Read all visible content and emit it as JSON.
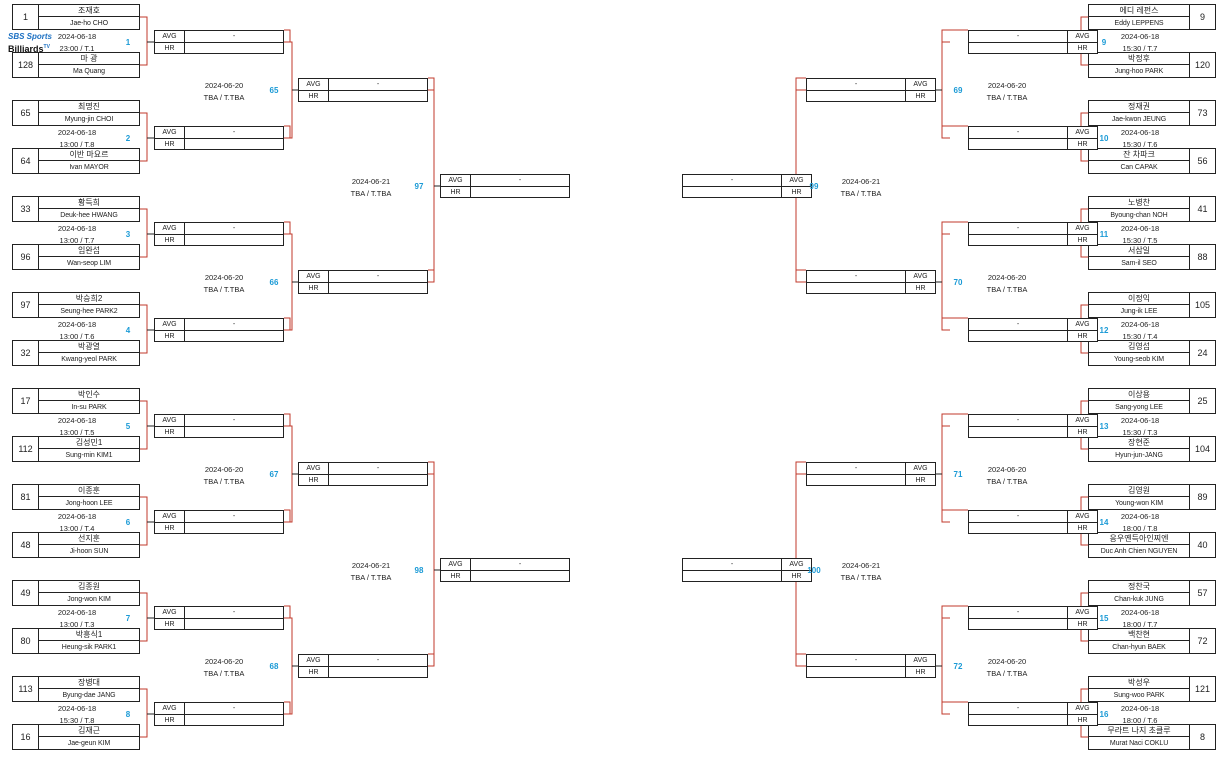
{
  "logo": {
    "line1": "SBS Sports",
    "line2": "Billiards",
    "tv": "TV"
  },
  "score_labels": {
    "avg": "AVG",
    "hr": "HR",
    "dash": "-"
  },
  "r1": [
    {
      "no": "1",
      "date": "2024-06-18",
      "time": "23:00 / T.1",
      "p1": {
        "seed": "1",
        "kr": "조재호",
        "en": "Jae-ho CHO"
      },
      "p2": {
        "seed": "128",
        "kr": "마 광",
        "en": "Ma Quang"
      }
    },
    {
      "no": "2",
      "date": "2024-06-18",
      "time": "13:00 / T.8",
      "p1": {
        "seed": "65",
        "kr": "최명진",
        "en": "Myung-jin CHOI"
      },
      "p2": {
        "seed": "64",
        "kr": "이반 마요르",
        "en": "Ivan MAYOR"
      }
    },
    {
      "no": "3",
      "date": "2024-06-18",
      "time": "13:00 / T.7",
      "p1": {
        "seed": "33",
        "kr": "황득희",
        "en": "Deuk-hee HWANG"
      },
      "p2": {
        "seed": "96",
        "kr": "임완섭",
        "en": "Wan-seop LIM"
      }
    },
    {
      "no": "4",
      "date": "2024-06-18",
      "time": "13:00 / T.6",
      "p1": {
        "seed": "97",
        "kr": "박승희2",
        "en": "Seung-hee PARK2"
      },
      "p2": {
        "seed": "32",
        "kr": "박광열",
        "en": "Kwang-yeol PARK"
      }
    },
    {
      "no": "5",
      "date": "2024-06-18",
      "time": "13:00 / T.5",
      "p1": {
        "seed": "17",
        "kr": "박인수",
        "en": "In-su PARK"
      },
      "p2": {
        "seed": "112",
        "kr": "김성민1",
        "en": "Sung-min KIM1"
      }
    },
    {
      "no": "6",
      "date": "2024-06-18",
      "time": "13:00 / T.4",
      "p1": {
        "seed": "81",
        "kr": "이종훈",
        "en": "Jong-hoon LEE"
      },
      "p2": {
        "seed": "48",
        "kr": "선지훈",
        "en": "Ji-hoon SUN"
      }
    },
    {
      "no": "7",
      "date": "2024-06-18",
      "time": "13:00 / T.3",
      "p1": {
        "seed": "49",
        "kr": "김종원",
        "en": "Jong-won KIM"
      },
      "p2": {
        "seed": "80",
        "kr": "박흥식1",
        "en": "Heung-sik PARK1"
      }
    },
    {
      "no": "8",
      "date": "2024-06-18",
      "time": "15:30 / T.8",
      "p1": {
        "seed": "113",
        "kr": "장병대",
        "en": "Byung-dae JANG"
      },
      "p2": {
        "seed": "16",
        "kr": "김재근",
        "en": "Jae-geun KIM"
      }
    },
    {
      "no": "9",
      "date": "2024-06-18",
      "time": "15:30 / T.7",
      "p1": {
        "seed": "9",
        "kr": "에디 레펀스",
        "en": "Eddy LEPPENS"
      },
      "p2": {
        "seed": "120",
        "kr": "박정후",
        "en": "Jung-hoo PARK"
      }
    },
    {
      "no": "10",
      "date": "2024-06-18",
      "time": "15:30 / T.6",
      "p1": {
        "seed": "73",
        "kr": "정재권",
        "en": "Jae-kwon JEUNG"
      },
      "p2": {
        "seed": "56",
        "kr": "잔 차파크",
        "en": "Can CAPAK"
      }
    },
    {
      "no": "11",
      "date": "2024-06-18",
      "time": "15:30 / T.5",
      "p1": {
        "seed": "41",
        "kr": "노병찬",
        "en": "Byoung-chan NOH"
      },
      "p2": {
        "seed": "88",
        "kr": "서삼일",
        "en": "Sam-il SEO"
      }
    },
    {
      "no": "12",
      "date": "2024-06-18",
      "time": "15:30 / T.4",
      "p1": {
        "seed": "105",
        "kr": "이정익",
        "en": "Jung-ik LEE"
      },
      "p2": {
        "seed": "24",
        "kr": "김영섭",
        "en": "Young-seob KIM"
      }
    },
    {
      "no": "13",
      "date": "2024-06-18",
      "time": "15:30 / T.3",
      "p1": {
        "seed": "25",
        "kr": "이상용",
        "en": "Sang-yong LEE"
      },
      "p2": {
        "seed": "104",
        "kr": "장현준",
        "en": "Hyun-jun-JANG"
      }
    },
    {
      "no": "14",
      "date": "2024-06-18",
      "time": "18:00 / T.8",
      "p1": {
        "seed": "89",
        "kr": "김영원",
        "en": "Young-won KIM"
      },
      "p2": {
        "seed": "40",
        "kr": "응우옌득아인찌엔",
        "en": "Duc Anh Chien NGUYEN"
      }
    },
    {
      "no": "15",
      "date": "2024-06-18",
      "time": "18:00 / T.7",
      "p1": {
        "seed": "57",
        "kr": "정찬국",
        "en": "Chan-kuk JUNG"
      },
      "p2": {
        "seed": "72",
        "kr": "백찬현",
        "en": "Chan-hyun BAEK"
      }
    },
    {
      "no": "16",
      "date": "2024-06-18",
      "time": "18:00 / T.6",
      "p1": {
        "seed": "121",
        "kr": "박성우",
        "en": "Sung-woo PARK"
      },
      "p2": {
        "seed": "8",
        "kr": "무라트 나지 초클루",
        "en": "Murat Naci COKLU"
      }
    }
  ],
  "r2": [
    {
      "no": "65",
      "date": "2024-06-20",
      "time": "TBA / T.TBA"
    },
    {
      "no": "66",
      "date": "2024-06-20",
      "time": "TBA / T.TBA"
    },
    {
      "no": "67",
      "date": "2024-06-20",
      "time": "TBA / T.TBA"
    },
    {
      "no": "68",
      "date": "2024-06-20",
      "time": "TBA / T.TBA"
    },
    {
      "no": "69",
      "date": "2024-06-20",
      "time": "TBA / T.TBA"
    },
    {
      "no": "70",
      "date": "2024-06-20",
      "time": "TBA / T.TBA"
    },
    {
      "no": "71",
      "date": "2024-06-20",
      "time": "TBA / T.TBA"
    },
    {
      "no": "72",
      "date": "2024-06-20",
      "time": "TBA / T.TBA"
    }
  ],
  "r3": [
    {
      "no": "97",
      "date": "2024-06-21",
      "time": "TBA / T.TBA"
    },
    {
      "no": "98",
      "date": "2024-06-21",
      "time": "TBA / T.TBA"
    },
    {
      "no": "99",
      "date": "2024-06-21",
      "time": "TBA / T.TBA"
    },
    {
      "no": "100",
      "date": "2024-06-21",
      "time": "TBA / T.TBA"
    }
  ]
}
